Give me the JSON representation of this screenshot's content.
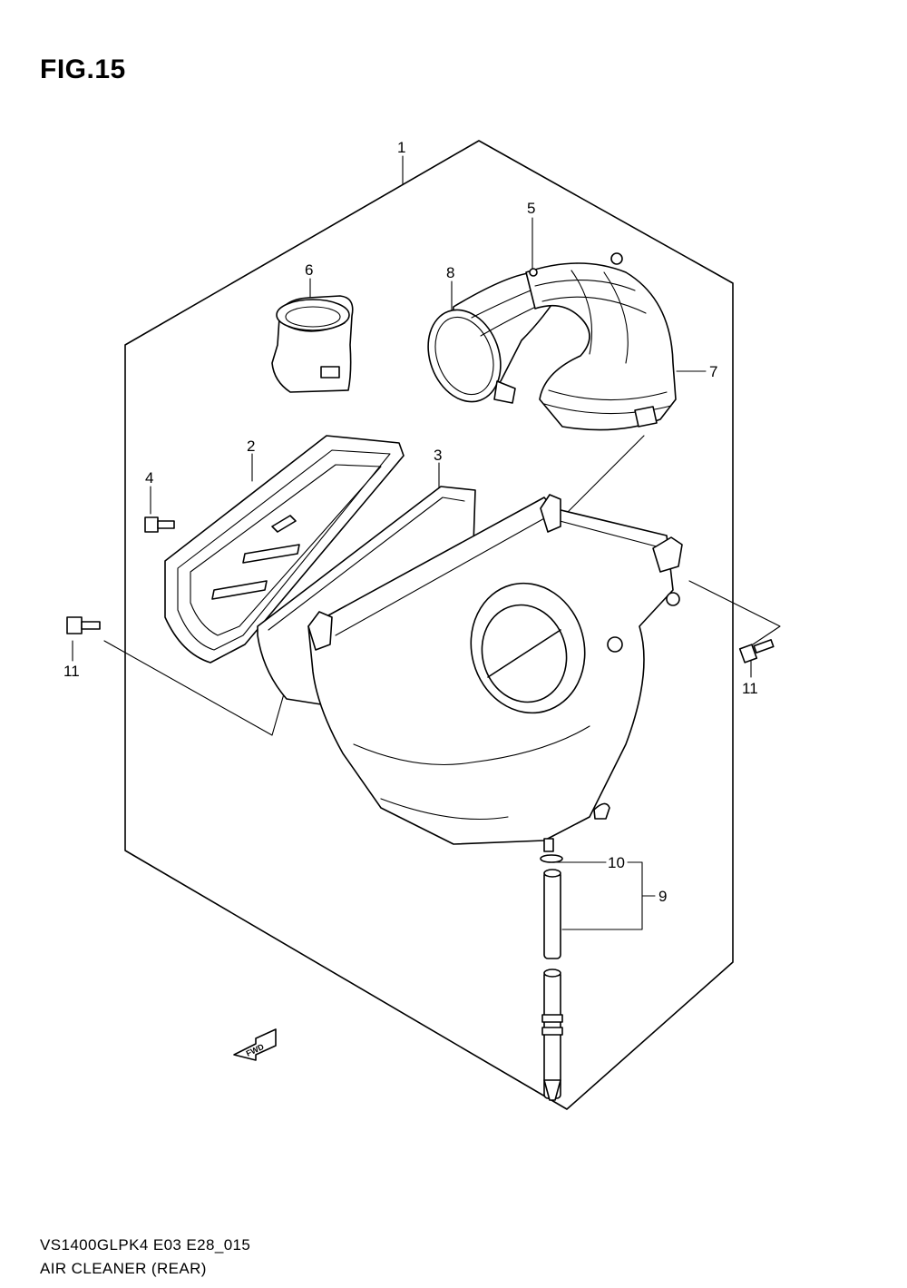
{
  "figure": {
    "title": "FIG.15"
  },
  "callouts": {
    "c1": "1",
    "c2": "2",
    "c3": "3",
    "c4": "4",
    "c5": "5",
    "c6": "6",
    "c7": "7",
    "c8": "8",
    "c9": "9",
    "c10": "10",
    "c11_left": "11",
    "c11_right": "11"
  },
  "fwd_label": "FWD",
  "footer": {
    "model_code": "VS1400GLPK4 E03 E28_015",
    "caption": "AIR CLEANER (REAR)"
  }
}
